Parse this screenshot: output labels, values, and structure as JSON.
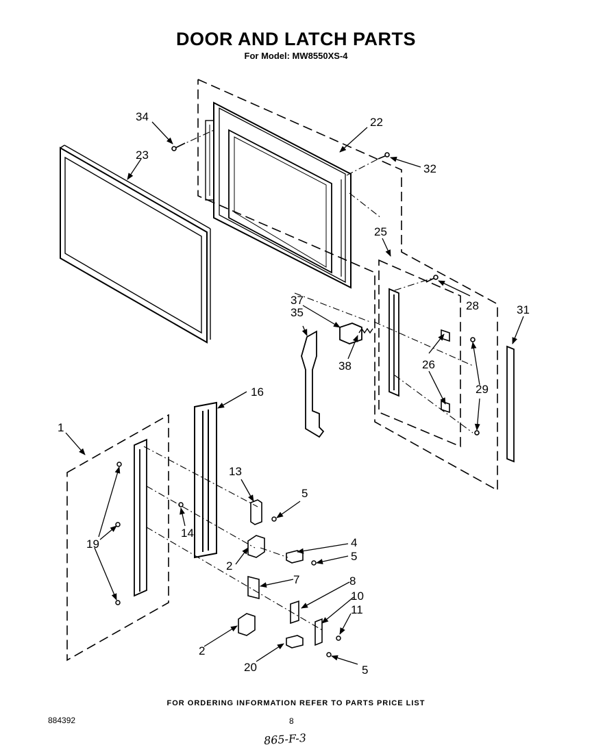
{
  "header": {
    "title": "DOOR AND LATCH PARTS",
    "subtitle": "For Model: MW8550XS-4"
  },
  "callouts": {
    "c34": "34",
    "c23": "23",
    "c22": "22",
    "c32": "32",
    "c25": "25",
    "c28": "28",
    "c31": "31",
    "c37": "37",
    "c35": "35",
    "c38": "38",
    "c26": "26",
    "c29": "29",
    "c16": "16",
    "c1": "1",
    "c13": "13",
    "c5a": "5",
    "c19": "19",
    "c14": "14",
    "c4": "4",
    "c5b": "5",
    "c2a": "2",
    "c7": "7",
    "c8": "8",
    "c10": "10",
    "c11": "11",
    "c2b": "2",
    "c20": "20",
    "c5c": "5"
  },
  "footer": {
    "note": "FOR ORDERING INFORMATION REFER TO PARTS PRICE LIST",
    "doc_number": "884392",
    "page_number": "8",
    "handwritten": "865-F-3"
  }
}
